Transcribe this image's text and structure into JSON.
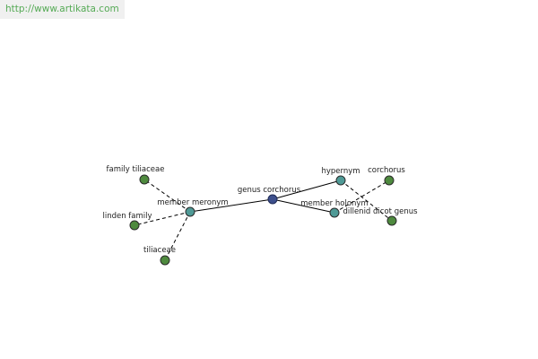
{
  "site": {
    "url": "http://www.artikata.com"
  },
  "graph": {
    "center": {
      "label": "genus corchorus",
      "color": "#3d4f8c"
    },
    "relations": [
      {
        "label": "member meronym",
        "color": "#4f9a96"
      },
      {
        "label": "hypernym",
        "color": "#4f9a96"
      },
      {
        "label": "member holonym",
        "color": "#4f9a96"
      }
    ],
    "leaves": [
      {
        "label": "family tiliaceae",
        "color": "#4e8a3e"
      },
      {
        "label": "linden family",
        "color": "#4e8a3e"
      },
      {
        "label": "tiliaceae",
        "color": "#4e8a3e"
      },
      {
        "label": "corchorus",
        "color": "#4e8a3e"
      },
      {
        "label": "dillenid dicot genus",
        "color": "#4e8a3e"
      }
    ]
  }
}
